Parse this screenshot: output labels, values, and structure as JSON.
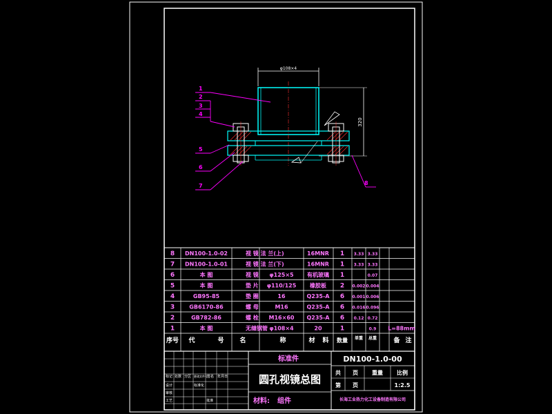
{
  "drawing": {
    "dimension_top": "φ108×4",
    "dimension_right": "320",
    "balloons": [
      "1",
      "2",
      "3",
      "4",
      "5",
      "6",
      "7",
      "8"
    ],
    "callouts_left": [
      "1",
      "2",
      "3",
      "4",
      "5",
      "6",
      "7"
    ],
    "callout_right": "8"
  },
  "bom": {
    "headers": [
      "序号",
      "代",
      "号",
      "名",
      "称",
      "材",
      "料",
      "数量",
      "单重",
      "总重",
      "备",
      "注"
    ],
    "rows": [
      {
        "no": "8",
        "code": "DN100-1.0-02",
        "name": "视 镜 法 兰(上)",
        "spec": "",
        "material": "16MNR",
        "qty": "1",
        "unit_wt": "3.33",
        "total_wt": "3.33",
        "note": ""
      },
      {
        "no": "7",
        "code": "DN100-1.0-01",
        "name": "视 镜 法 兰(下)",
        "spec": "",
        "material": "16MNR",
        "qty": "1",
        "unit_wt": "3.33",
        "total_wt": "3.33",
        "note": ""
      },
      {
        "no": "6",
        "code": "本 图",
        "name": "视 镜",
        "spec": "φ125×5",
        "material": "有机玻璃",
        "qty": "1",
        "unit_wt": "",
        "total_wt": "0.07",
        "note": ""
      },
      {
        "no": "5",
        "code": "本 图",
        "name": "垫 片",
        "spec": "φ110/125",
        "material": "橡胶板",
        "qty": "2",
        "unit_wt": "0.002",
        "total_wt": "0.004",
        "note": ""
      },
      {
        "no": "4",
        "code": "GB95-85",
        "name": "垫 圈",
        "spec": "16",
        "material": "Q235-A",
        "qty": "6",
        "unit_wt": "0.001",
        "total_wt": "0.006",
        "note": ""
      },
      {
        "no": "3",
        "code": "GB6170-86",
        "name": "螺 母",
        "spec": "M16",
        "material": "Q235-A",
        "qty": "6",
        "unit_wt": "0.016",
        "total_wt": "0.096",
        "note": ""
      },
      {
        "no": "2",
        "code": "GB782-86",
        "name": "螺 栓",
        "spec": "M16×60",
        "material": "Q235-A",
        "qty": "6",
        "unit_wt": "0.12",
        "total_wt": "0.72",
        "note": ""
      },
      {
        "no": "1",
        "code": "本 图",
        "name": "无缝钢管",
        "spec": "φ108×4",
        "material": "20",
        "qty": "1",
        "unit_wt": "",
        "total_wt": "0.9",
        "note": "L=88mm"
      }
    ]
  },
  "title_block": {
    "std_part": "标准件",
    "title": "圆孔视镜总图",
    "material_label": "材料:",
    "material_value": "组件",
    "drawing_no": "DN100-1.0-00",
    "total_label": "共",
    "sheet_label": "页",
    "weight_label": "重量",
    "scale_label": "比例",
    "page_label": "第",
    "page_label2": "页",
    "scale_value": "1:2.5",
    "company": "长海工业热力化工设备制造有限公司",
    "sign_labels": [
      "标记",
      "处数",
      "分区",
      "更改文件号",
      "签名",
      "年月日",
      "设计",
      "标准化",
      "审核",
      "工艺",
      "批准"
    ]
  },
  "colors": {
    "background": "#000000",
    "frame": "#ffffff",
    "callout": "#ff00ff",
    "part_cyan": "#00ffff",
    "text_yellow": "#ffff00",
    "text_pink": "#ff77ff",
    "hatch_red": "#ff3030"
  }
}
